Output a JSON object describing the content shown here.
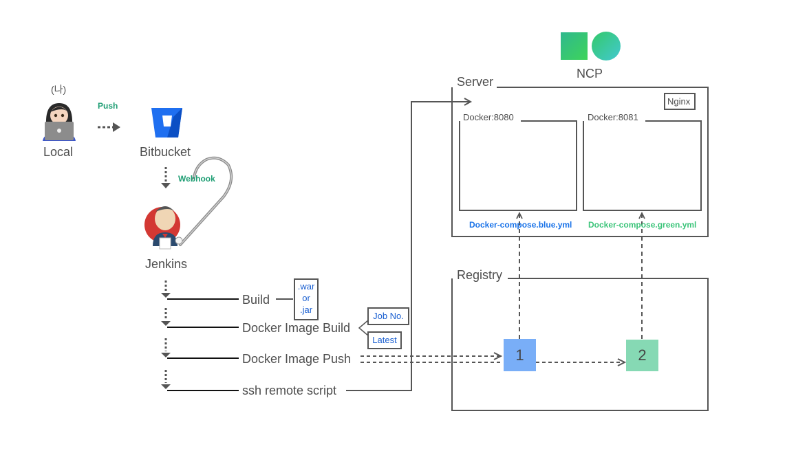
{
  "title": "CI/CD Blue-Green Deployment Flow",
  "local": {
    "person_label": "(나)",
    "label": "Local"
  },
  "push_label": "Push",
  "bitbucket": {
    "label": "Bitbucket"
  },
  "webhook_label": "Webhook",
  "jenkins": {
    "label": "Jenkins"
  },
  "steps": [
    {
      "label": "Build"
    },
    {
      "label": "Docker Image Build"
    },
    {
      "label": "Docker Image Push"
    },
    {
      "label": "ssh remote script"
    }
  ],
  "artifact": {
    "line1": ".war",
    "line2": "or",
    "line3": ".jar"
  },
  "image_tags": {
    "job": "Job No.",
    "latest": "Latest"
  },
  "ncp": {
    "label": "NCP"
  },
  "server": {
    "label": "Server",
    "nginx": "Nginx",
    "containers": [
      {
        "label": "Docker:8080",
        "compose": "Docker-compose.blue.yml",
        "color": "#1a73e8"
      },
      {
        "label": "Docker:8081",
        "compose": "Docker-compose.green.yml",
        "color": "#3cc47a"
      }
    ]
  },
  "registry": {
    "label": "Registry",
    "images": [
      {
        "label": "1",
        "color": "#79aef7"
      },
      {
        "label": "2",
        "color": "#86d9b4"
      }
    ]
  }
}
